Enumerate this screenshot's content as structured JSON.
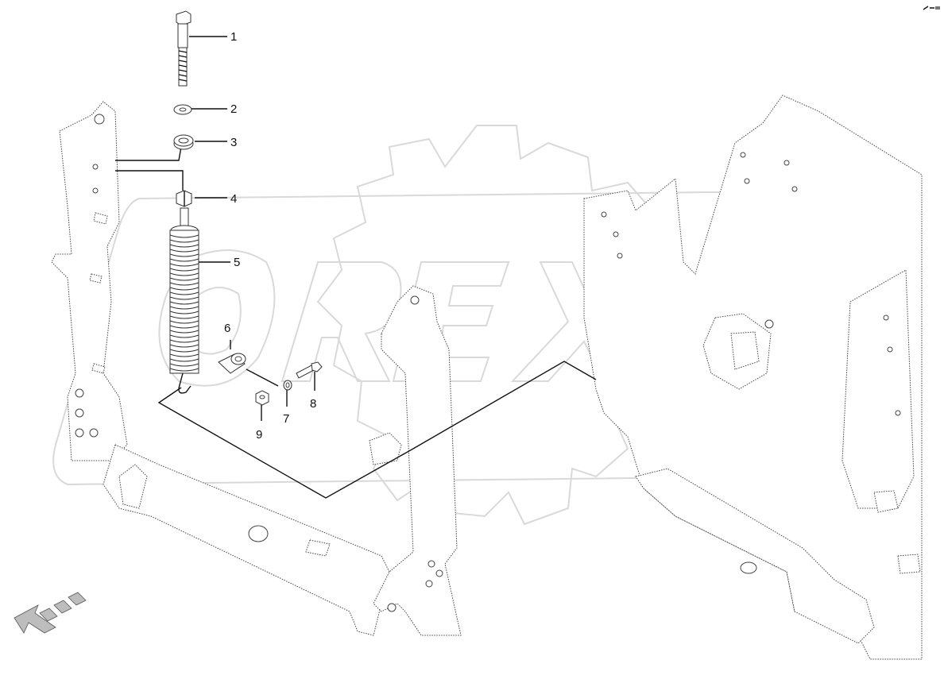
{
  "diagram": {
    "type": "exploded-parts-view",
    "callouts": [
      {
        "id": "1",
        "label": "1",
        "part": "bolt"
      },
      {
        "id": "2",
        "label": "2",
        "part": "washer"
      },
      {
        "id": "3",
        "label": "3",
        "part": "spacer-ring"
      },
      {
        "id": "4",
        "label": "4",
        "part": "nut"
      },
      {
        "id": "5",
        "label": "5",
        "part": "tension-spring"
      },
      {
        "id": "6",
        "label": "6",
        "part": "bushing"
      },
      {
        "id": "7",
        "label": "7",
        "part": "washer"
      },
      {
        "id": "8",
        "label": "8",
        "part": "bolt"
      },
      {
        "id": "9",
        "label": "9",
        "part": "nut"
      }
    ],
    "watermark": "OREX",
    "orientation_arrow": "front-left"
  },
  "colors": {
    "lines": "#333333",
    "watermark": "#d9d9d9",
    "shading": "#bdbdbd"
  }
}
